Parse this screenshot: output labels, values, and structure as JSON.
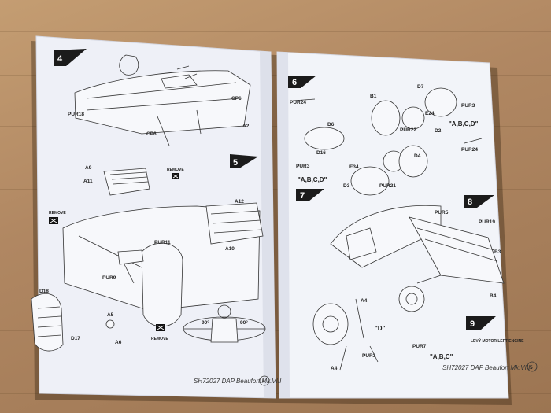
{
  "left_page": {
    "steps": [
      "4",
      "5"
    ],
    "remove_labels": [
      "REMOVE",
      "REMOVE",
      "REMOVE"
    ],
    "part_labels": [
      "PUR18",
      "CP6",
      "CP6",
      "A2",
      "A9",
      "A11",
      "A12",
      "PUR11",
      "A10",
      "PUR9",
      "D18",
      "D17",
      "A5",
      "A6"
    ],
    "angles": [
      "90°",
      "90°"
    ],
    "footer_code": "SH72027 DAP Beaufort Mk.VIII",
    "page_number": "4"
  },
  "right_page": {
    "steps": [
      "6",
      "7",
      "8",
      "9"
    ],
    "part_labels": [
      "PUR24",
      "D6",
      "D16",
      "PUR3",
      "E34",
      "D3",
      "PUR21",
      "PUR22",
      "E24",
      "D7",
      "D2",
      "D4",
      "PUR3",
      "PUR5",
      "PUR19",
      "B3",
      "B4",
      "A4",
      "PUR7",
      "PUR3",
      "A4",
      "PUR24",
      "B1"
    ],
    "variants": [
      "\"A,B,C,D\"",
      "\"A,B,C,D\"",
      "\"D\"",
      "\"A,B,C\""
    ],
    "left_engine_label": "LEVÝ MOTOR\nLEFT ENGINE",
    "footer_code": "SH72027 DAP Beaufort Mk.VIII",
    "page_number": "5"
  }
}
